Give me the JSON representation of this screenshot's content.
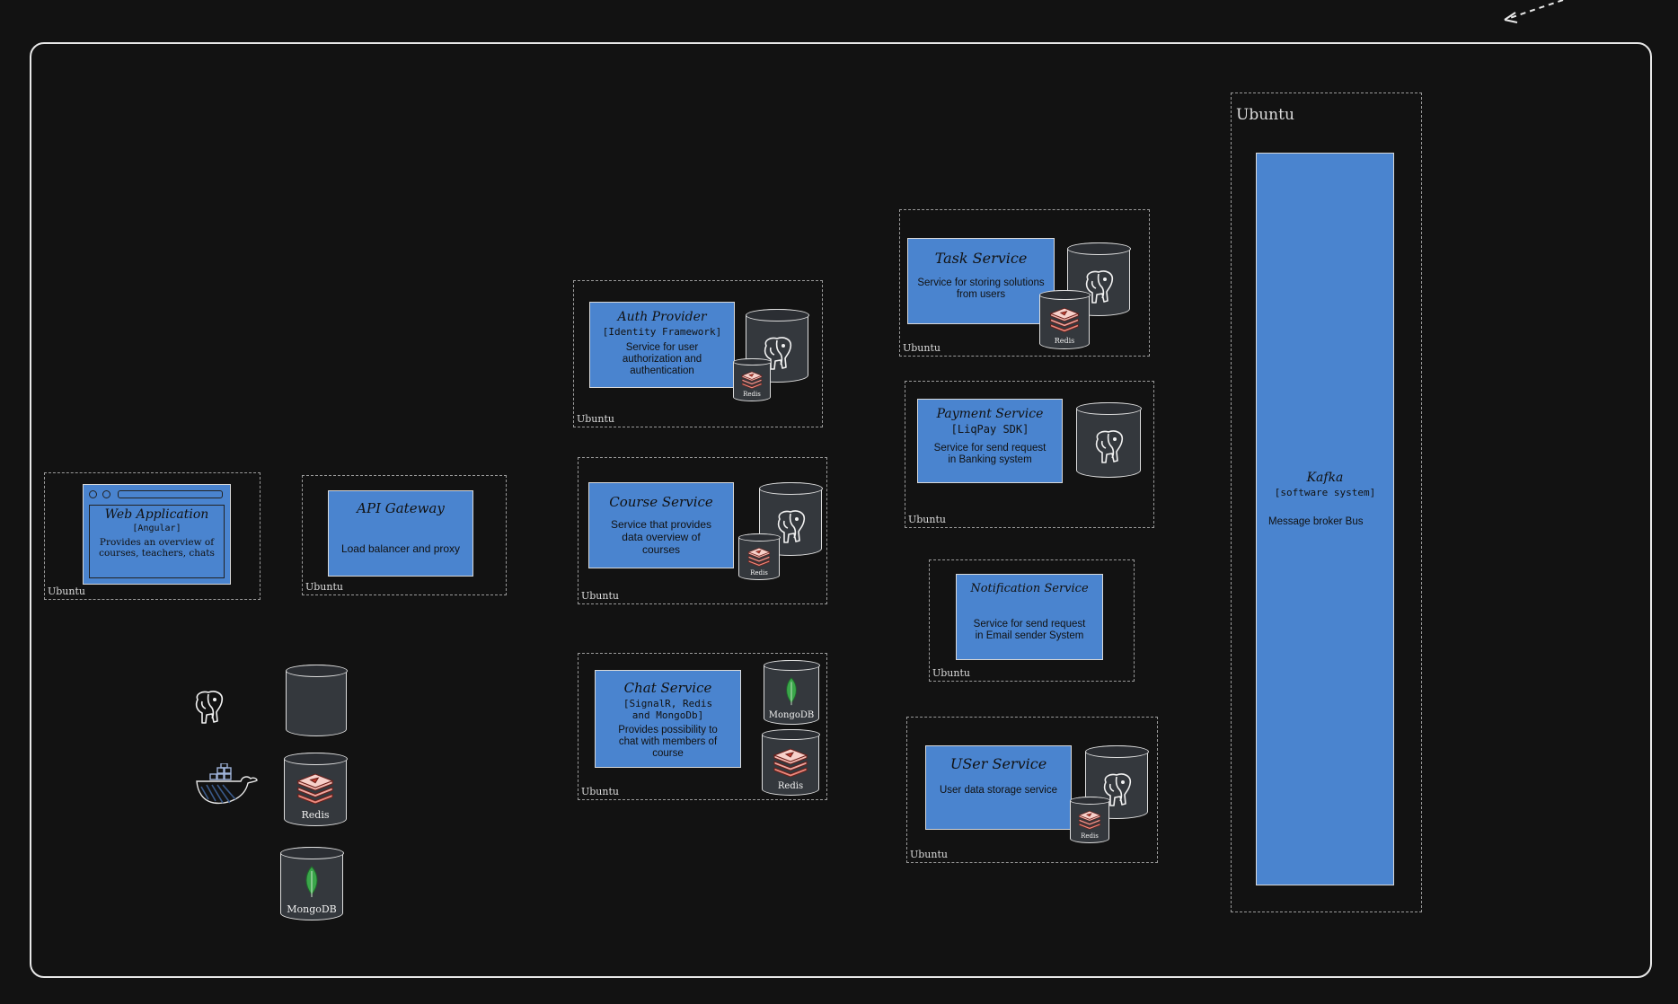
{
  "colors": {
    "background": "#121212",
    "service_fill": "#4a84cf",
    "db_fill": "#34383d",
    "border": "#e8e8e8",
    "redis": "#f0a8a0",
    "mongo": "#3aa64a"
  },
  "host_label": "Ubuntu",
  "web_app": {
    "title": "Web Application",
    "subtitle": "[Angular]",
    "desc": "Provides an overview of courses, teachers, chats"
  },
  "api_gateway": {
    "title": "API Gateway",
    "desc": "Load balancer and proxy"
  },
  "auth": {
    "title": "Auth Provider",
    "subtitle": "[Identity Framework]",
    "desc": "Service for user authorization and authentication"
  },
  "course": {
    "title": "Course Service",
    "desc": "Service that provides data overview of courses"
  },
  "chat": {
    "title": "Chat Service",
    "subtitle": "[SignalR, Redis and MongoDb]",
    "desc": "Provides possibility  to chat with members of course"
  },
  "task": {
    "title": "Task Service",
    "desc": "Service for storing solutions from users"
  },
  "payment": {
    "title": "Payment Service",
    "subtitle": "[LiqPay SDK]",
    "desc": "Service for send request in Banking system"
  },
  "notification": {
    "title": "Notification Service",
    "desc": "Service for send request in Email sender System"
  },
  "user": {
    "title": "USer Service",
    "desc": "User data storage service"
  },
  "kafka": {
    "title": "Kafka",
    "subtitle": "[software system]",
    "desc": "Message broker Bus"
  },
  "db_labels": {
    "redis": "Redis",
    "mongo": "MongoDB"
  },
  "icons": [
    "postgres-elephant-icon",
    "redis-stack-icon",
    "mongodb-leaf-icon",
    "docker-whale-icon",
    "dashed-arrow-icon",
    "browser-dots-icon"
  ]
}
